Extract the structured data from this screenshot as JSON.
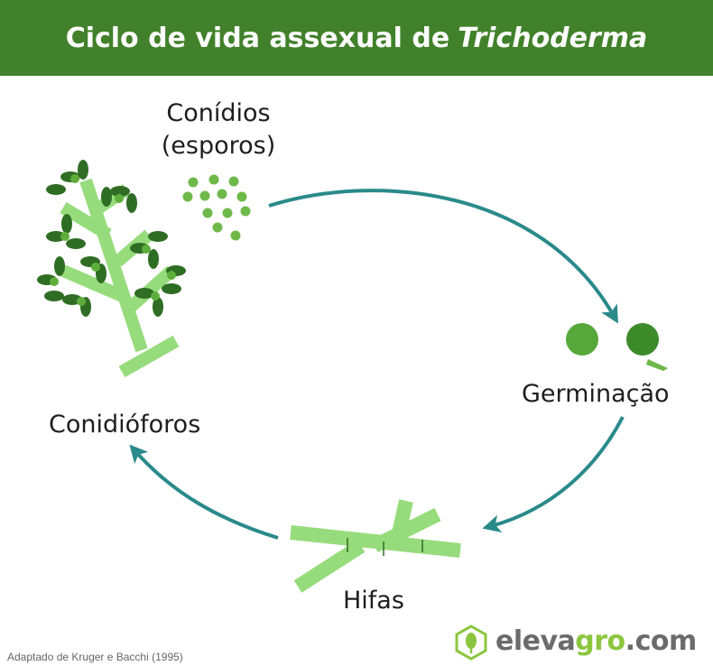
{
  "title": {
    "main": "Ciclo de vida assexual de",
    "italic": "Trichoderma"
  },
  "labels": {
    "conidios_line1": "Conídios",
    "conidios_line2": "(esporos)",
    "germinacao": "Germinação",
    "conidioforos": "Conidióforos",
    "hifas": "Hifas"
  },
  "credit": "Adaptado de Kruger e Bacchi (1995)",
  "brand": {
    "part1": "eleva",
    "part2": "gro",
    "part3": ".com"
  },
  "colors": {
    "header": "#41812b",
    "arrow": "#2a8a8a",
    "hypha": "#97dc7c",
    "spore": "#6fb84a",
    "dark_spore": "#2f6d24"
  }
}
